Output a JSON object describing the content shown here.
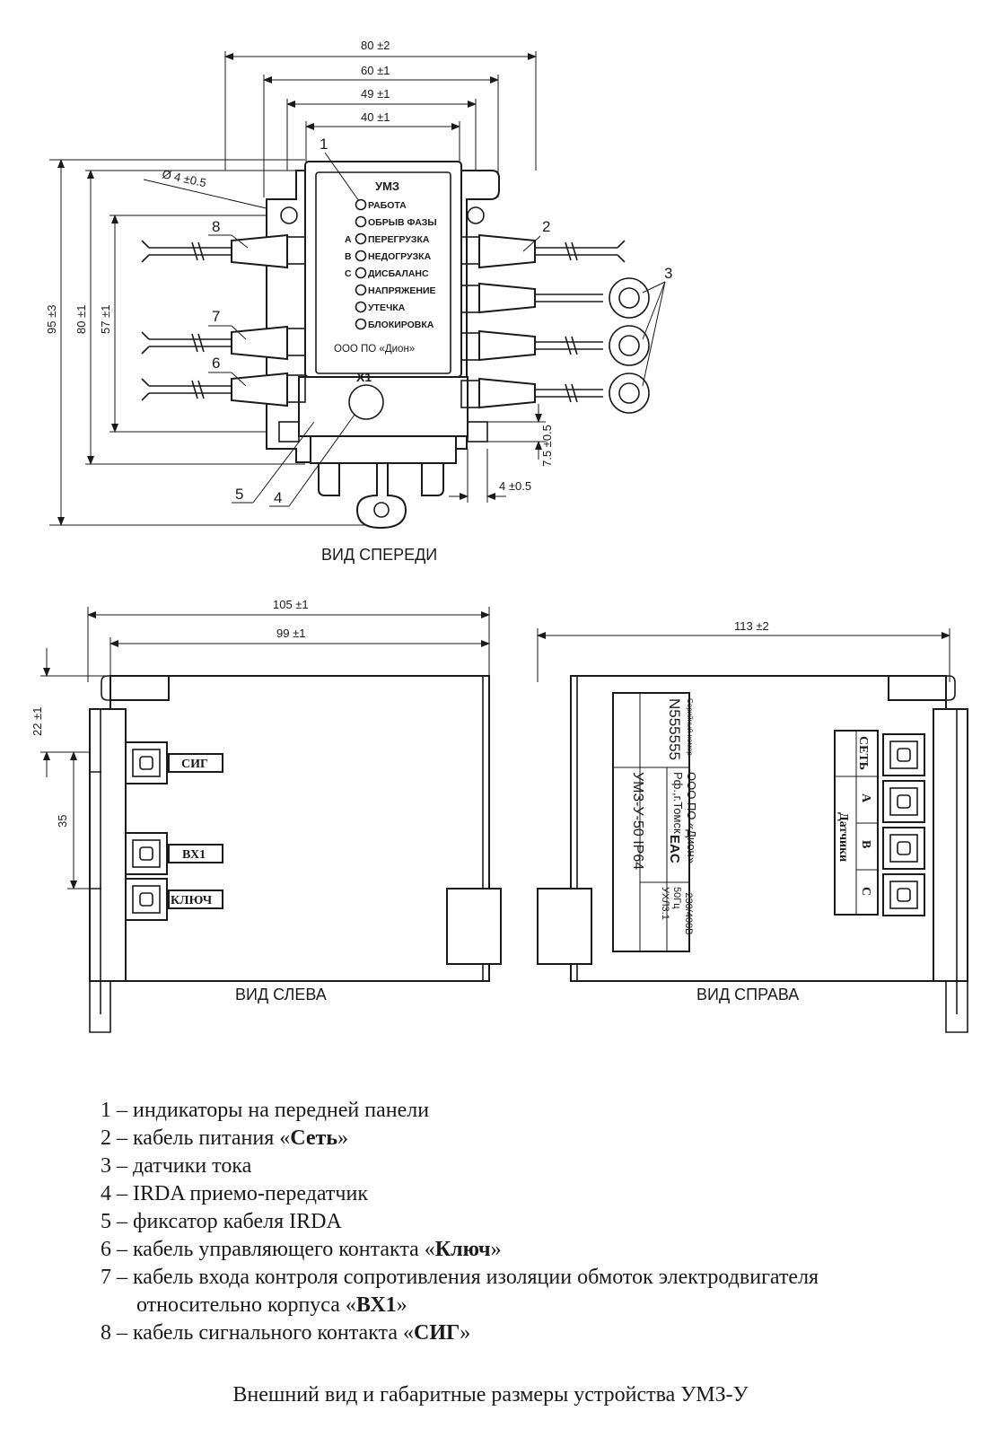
{
  "front_view": {
    "title": "ВИД СПЕРЕДИ",
    "device_title": "УМЗ",
    "indicators": [
      {
        "prefix": "",
        "label": "РАБОТА"
      },
      {
        "prefix": "",
        "label": "ОБРЫВ ФАЗЫ"
      },
      {
        "prefix": "A",
        "label": "ПЕРЕГРУЗКА"
      },
      {
        "prefix": "B",
        "label": "НЕДОГРУЗКА"
      },
      {
        "prefix": "C",
        "label": "ДИСБАЛАНС"
      },
      {
        "prefix": "",
        "label": "НАПРЯЖЕНИЕ"
      },
      {
        "prefix": "",
        "label": "УТЕЧКА"
      },
      {
        "prefix": "",
        "label": "БЛОКИРОВКА"
      }
    ],
    "maker": "ООО ПО «Дион»",
    "port": "X1",
    "dims": {
      "w80": "80 ±2",
      "w60": "60 ±1",
      "w49": "49 ±1",
      "w40": "40 ±1",
      "hole": "Ø 4 ±0.5",
      "h95": "95 ±3",
      "h80": "80 ±1",
      "h57": "57 ±1",
      "v75": "7.5 ±0.5",
      "s4": "4 ±0.5"
    },
    "callouts": [
      "1",
      "2",
      "3",
      "8",
      "7",
      "6",
      "5",
      "4"
    ]
  },
  "left_view": {
    "title": "ВИД СЛЕВА",
    "dims": {
      "d105": "105 ±1",
      "d99": "99 ±1",
      "d22": "22 ±1",
      "d35": "35"
    },
    "connectors": [
      "СИГ",
      "ВХ1",
      "КЛЮЧ"
    ]
  },
  "right_view": {
    "title": "ВИД СПРАВА",
    "dims": {
      "d113": "113 ±2"
    },
    "plate": {
      "serial_label": "Серийный номер",
      "serial": "N555555",
      "maker": "ООО ПО «Дион»",
      "city": "Рф.,г.Томск",
      "eac": "EAC",
      "model": "УМЗ-У-50 IP64",
      "voltage": "~230/400В",
      "freq": "50Гц",
      "climate": "УХЛ3.1"
    },
    "sockets": [
      "СЕТЬ",
      "A",
      "B",
      "C"
    ],
    "sensors_label": "Датчики"
  },
  "legend": [
    {
      "num": "1",
      "text": "индикаторы на передней панели",
      "bold": "",
      "tail": ""
    },
    {
      "num": "2",
      "text": "кабель питания «",
      "bold": "Сеть",
      "tail": "»"
    },
    {
      "num": "3",
      "text": "датчики тока",
      "bold": "",
      "tail": ""
    },
    {
      "num": "4",
      "text": "IRDA приемо-передатчик",
      "bold": "",
      "tail": ""
    },
    {
      "num": "5",
      "text": "фиксатор кабеля IRDA",
      "bold": "",
      "tail": ""
    },
    {
      "num": "6",
      "text": "кабель управляющего контакта «",
      "bold": "Ключ",
      "tail": "»"
    },
    {
      "num": "7",
      "text": "кабель входа контроля сопротивления изоляции обмоток электродвигателя",
      "bold": "",
      "tail": ""
    },
    {
      "num": "",
      "text": "относительно корпуса «",
      "bold": "ВХ1",
      "tail": "»"
    },
    {
      "num": "8",
      "text": "кабель сигнального контакта «",
      "bold": "СИГ",
      "tail": "»"
    }
  ],
  "caption": "Внешний вид и габаритные размеры устройства УМЗ-У"
}
